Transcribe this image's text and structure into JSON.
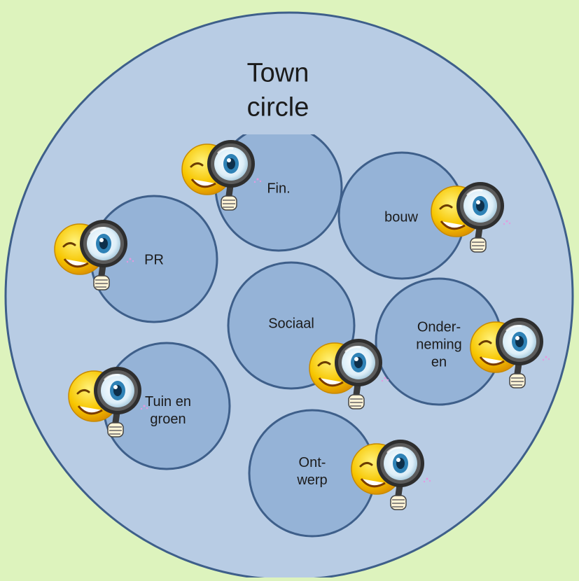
{
  "diagram": {
    "title": "Town\ncircle",
    "groups": [
      {
        "id": "fin",
        "label": "Fin."
      },
      {
        "id": "bouw",
        "label": "bouw"
      },
      {
        "id": "pr",
        "label": "PR"
      },
      {
        "id": "sociaal",
        "label": "Sociaal"
      },
      {
        "id": "onderneming",
        "label": "Onder-\nneming\nen"
      },
      {
        "id": "tuin",
        "label": "Tuin en\ngroen"
      },
      {
        "id": "ontwerp",
        "label": "Ont-\nwerp"
      }
    ],
    "icon": "smiley-magnifier-icon",
    "colors": {
      "background": "#ddf3bd",
      "outer_fill": "#b8cce4",
      "inner_fill": "#95b3d7",
      "stroke": "#3e5f8a",
      "smiley": "#f5c400"
    }
  }
}
